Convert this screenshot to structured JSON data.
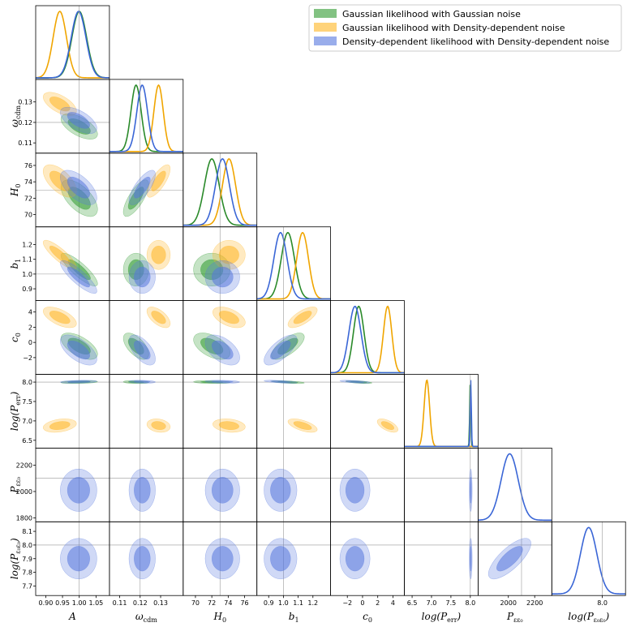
{
  "chart_data": {
    "type": "corner",
    "params": [
      {
        "name": "A",
        "label_main": "A",
        "label_sub": "",
        "range": [
          0.87,
          1.09
        ],
        "ticks": [
          0.9,
          0.95,
          1.0,
          1.05
        ],
        "tick_labels": [
          "0.90",
          "0.95",
          "1.00",
          "1.05"
        ],
        "truth": 1.0
      },
      {
        "name": "omega_cdm",
        "label_main": "ω",
        "label_sub": "cdm",
        "range": [
          0.105,
          0.141
        ],
        "ticks": [
          0.11,
          0.12,
          0.13
        ],
        "tick_labels": [
          "0.11",
          "0.12",
          "0.13"
        ],
        "truth": 0.12
      },
      {
        "name": "H0",
        "label_main": "H",
        "label_sub": "0",
        "range": [
          68.5,
          77.5
        ],
        "ticks": [
          70,
          72,
          74,
          76
        ],
        "tick_labels": [
          "70",
          "72",
          "74",
          "76"
        ],
        "truth": 73.0
      },
      {
        "name": "b1",
        "label_main": "b",
        "label_sub": "1",
        "range": [
          0.82,
          1.32
        ],
        "ticks": [
          0.9,
          1.0,
          1.1,
          1.2
        ],
        "tick_labels": [
          "0.9",
          "1.0",
          "1.1",
          "1.2"
        ],
        "truth": 1.0
      },
      {
        "name": "c0",
        "label_main": "c",
        "label_sub": "0",
        "range": [
          -4.2,
          5.5
        ],
        "ticks": [
          -2,
          0,
          2,
          4
        ],
        "tick_labels": [
          "−2",
          "0",
          "2",
          "4"
        ],
        "truth": null
      },
      {
        "name": "log_Perr",
        "label_main": "log(P",
        "label_sub": "err",
        "label_end": ")",
        "range": [
          6.3,
          8.2
        ],
        "ticks": [
          6.5,
          7.0,
          7.5,
          8.0
        ],
        "tick_labels": [
          "6.5",
          "7.0",
          "7.5",
          "8.0"
        ],
        "truth": 8.0
      },
      {
        "name": "P_eps",
        "label_main": "P",
        "label_sub": "εε₀",
        "range": [
          1770,
          2330
        ],
        "ticks": [
          2000,
          2200
        ],
        "yticks": [
          1800,
          2000,
          2200
        ],
        "tick_labels": [
          "2000",
          "2200"
        ],
        "ytick_labels": [
          "1800",
          "2000",
          "2200"
        ],
        "truth": 2100
      },
      {
        "name": "log_P_eps",
        "label_main": "log(P",
        "label_sub": "ε₀ε₀",
        "label_end": ")",
        "range": [
          7.63,
          8.17
        ],
        "ticks": [
          7.7,
          7.8,
          7.9,
          8.0,
          8.1
        ],
        "tick_labels": [
          "7.7",
          "7.8",
          "7.9",
          "8.0",
          "8.1"
        ],
        "xticks": [
          8.0
        ],
        "xtick_labels": [
          "8.0"
        ],
        "truth": 8.0
      }
    ],
    "series": [
      {
        "name": "Gaussian likelihood with Gaussian noise",
        "color": "#2a8a2a",
        "fill": "#2e9a2e",
        "mean": [
          1.0,
          0.118,
          72.0,
          1.03,
          -0.5,
          8.0,
          null,
          null
        ],
        "sigma": [
          0.022,
          0.0025,
          0.9,
          0.045,
          0.7,
          0.015,
          null,
          null
        ]
      },
      {
        "name": "Gaussian likelihood with Density-dependent noise",
        "color": "#f0a500",
        "fill": "#ffb522",
        "mean": [
          0.942,
          0.129,
          74.1,
          1.13,
          3.3,
          6.88,
          null,
          null
        ],
        "sigma": [
          0.02,
          0.0023,
          0.8,
          0.04,
          0.55,
          0.07,
          null,
          null
        ]
      },
      {
        "name": "Density-dependent likelihood with Density-dependent noise",
        "color": "#3a66d6",
        "fill": "#5577dd",
        "mean": [
          0.998,
          0.121,
          73.3,
          0.98,
          -1.0,
          8.01,
          2010,
          7.9
        ],
        "sigma": [
          0.022,
          0.0026,
          0.85,
          0.045,
          0.8,
          0.015,
          65,
          0.06
        ]
      }
    ],
    "legend_placement": "top-right",
    "grid": false
  }
}
